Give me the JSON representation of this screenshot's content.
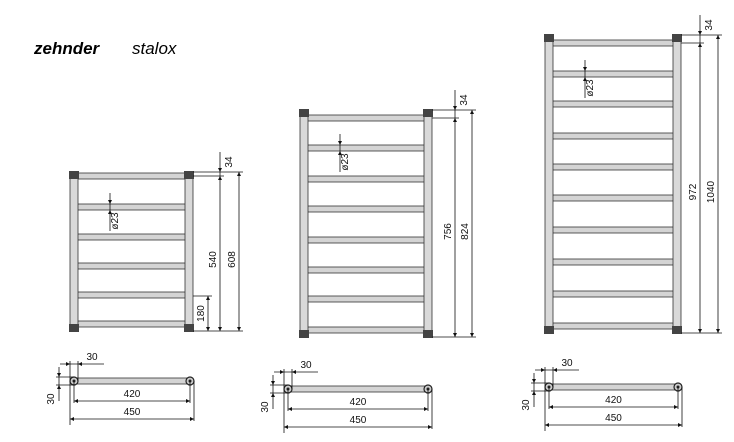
{
  "brand": {
    "name": "zehnder",
    "model": "stalox"
  },
  "models": [
    {
      "height": "608",
      "bar_span": "540",
      "top_offset": "34",
      "bottom_gap": "180",
      "tube_diameter": "ø23",
      "bars": 6
    },
    {
      "height": "824",
      "bar_span": "756",
      "top_offset": "34",
      "tube_diameter": "ø23",
      "bars": 8
    },
    {
      "height": "1040",
      "bar_span": "972",
      "top_offset": "34",
      "tube_diameter": "ø23",
      "bars": 10
    }
  ],
  "top_views": [
    {
      "depth": "30",
      "offset": "30",
      "inner_width": "420",
      "outer_width": "450"
    },
    {
      "depth": "30",
      "offset": "30",
      "inner_width": "420",
      "outer_width": "450"
    },
    {
      "depth": "30",
      "offset": "30",
      "inner_width": "420",
      "outer_width": "450"
    }
  ]
}
